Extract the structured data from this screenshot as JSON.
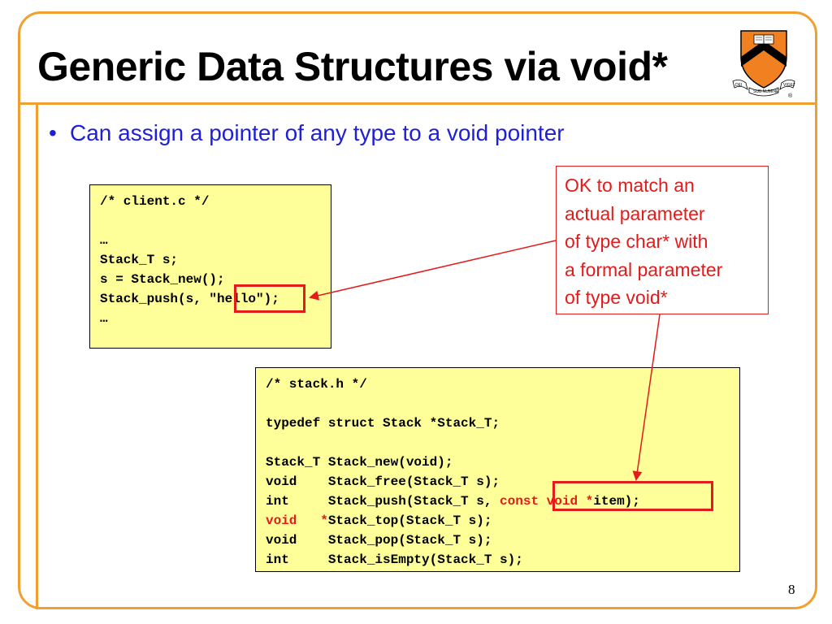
{
  "slide": {
    "title": "Generic Data Structures via void*",
    "bullet": "Can assign a pointer of any type to a void pointer",
    "page_number": "8"
  },
  "client_code": {
    "lines": [
      "/* client.c */",
      "",
      "…",
      "Stack_T s;",
      "s = Stack_new();",
      "Stack_push(s, \"hello\");",
      "…"
    ]
  },
  "stack_code": {
    "line_1": "/* stack.h */",
    "line_2": "",
    "line_3": "typedef struct Stack *Stack_T;",
    "line_4": "",
    "line_5": "Stack_T Stack_new(void);",
    "line_6": "void    Stack_free(Stack_T s);",
    "line_7_prefix": "int     Stack_push(Stack_T s, ",
    "line_7_highlight": "const void *",
    "line_7_item": "item",
    "line_7_suffix": ");",
    "line_8_red": "void",
    "line_8_gap": "   ",
    "line_8_star": "*",
    "line_8_rest": "Stack_top(Stack_T s);",
    "line_9": "void    Stack_pop(Stack_T s);",
    "line_10": "int     Stack_isEmpty(Stack_T s);"
  },
  "callout": {
    "lines": [
      "OK to match an",
      "actual parameter",
      "of type char* with",
      "a formal parameter",
      "of type void*"
    ]
  },
  "logo": {
    "left_ribbon": "DEI",
    "middle_ribbon": "SUB NUMINE",
    "right_ribbon": "VIGET",
    "registered_mark": "®"
  },
  "colors": {
    "frame_orange": "#F0A030",
    "bullet_blue": "#1F1FD6",
    "highlight_red": "#E31B1B",
    "code_background": "#FFFF99"
  }
}
